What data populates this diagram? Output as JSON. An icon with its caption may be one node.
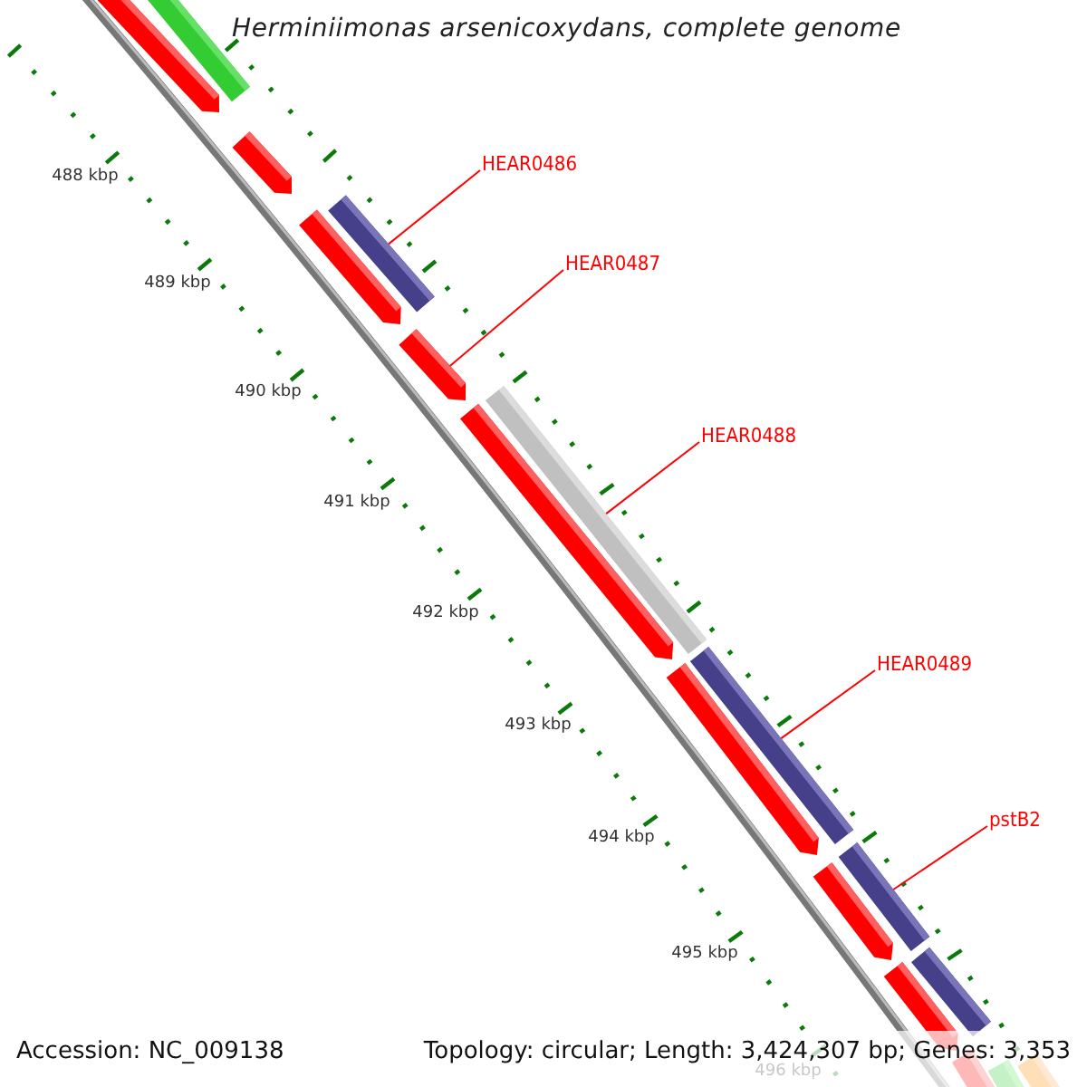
{
  "diagram": {
    "title": "Herminiimonas arsenicoxydans, complete genome",
    "nodes": [
      {
        "text": [],
        "shape": "bar"
      },
      {
        "text": [],
        "shape": "arrow"
      },
      {
        "text": [],
        "shape": "arrow"
      },
      {
        "text": [
          "HEAR0486"
        ]
      },
      {
        "text": [],
        "shape": "bar"
      },
      {
        "text": [],
        "shape": "arrow"
      },
      {
        "text": [
          "HEAR0487"
        ]
      },
      {
        "text": [],
        "shape": "arrow"
      },
      {
        "text": [
          "HEAR0488"
        ]
      },
      {
        "text": [],
        "shape": "bar"
      },
      {
        "text": [],
        "shape": "arrow"
      },
      {
        "text": [
          "HEAR0489"
        ]
      },
      {
        "text": [],
        "shape": "bar"
      },
      {
        "text": [],
        "shape": "arrow"
      },
      {
        "text": [
          "pstB2"
        ]
      },
      {
        "text": [],
        "shape": "bar"
      },
      {
        "text": [],
        "shape": "arrow"
      },
      {
        "text": [],
        "shape": "bar"
      },
      {
        "text": [],
        "shape": "arrow"
      },
      {
        "text": [],
        "shape": "bar"
      },
      {
        "text": [],
        "shape": "bar"
      },
      {
        "text": [],
        "shape": "bar"
      }
    ],
    "edges": [
      {
        "from": 3,
        "to": 4,
        "arrow": "none"
      },
      {
        "from": 6,
        "to": 7,
        "arrow": "none"
      },
      {
        "from": 8,
        "to": 9,
        "arrow": "none"
      },
      {
        "from": 11,
        "to": 12,
        "arrow": "none"
      },
      {
        "from": 14,
        "to": 15,
        "arrow": "none"
      }
    ],
    "labels": [
      "488 kbp",
      "489 kbp",
      "490 kbp",
      "491 kbp",
      "492 kbp",
      "493 kbp",
      "494 kbp",
      "495 kbp",
      "496 kbp",
      "Accession: NC_009138",
      "Topology: circular; Length: 3,424,307 bp; Genes: 3,353"
    ]
  }
}
